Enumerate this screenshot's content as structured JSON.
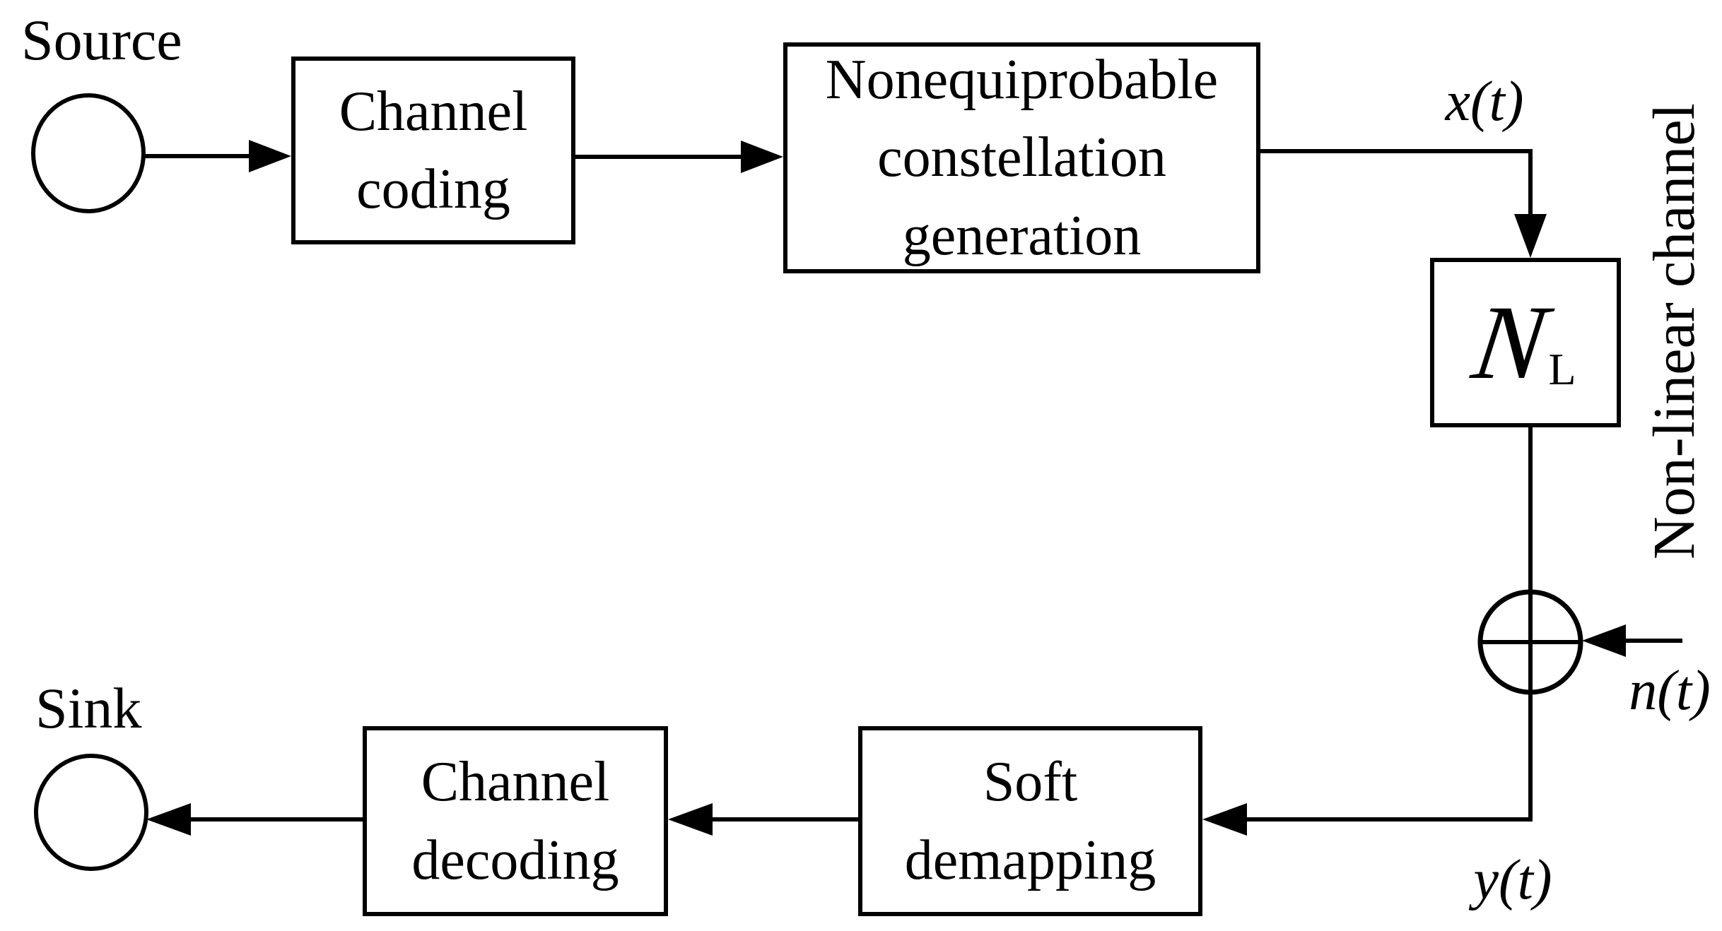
{
  "diagram": {
    "source_label": "Source",
    "sink_label": "Sink",
    "blocks": {
      "channel_coding": "Channel coding",
      "constellation_generation": "Nonequiprobable constellation generation",
      "nonlinear_symbol": "N",
      "nonlinear_symbol_subscript": "L",
      "soft_demapping": "Soft demapping",
      "channel_decoding": "Channel decoding"
    },
    "signals": {
      "input": "x(t)",
      "noise": "n(t)",
      "output": "y(t)"
    },
    "channel_annotation": "Non-linear channel",
    "colors": {
      "ink": "#000000",
      "background": "#ffffff"
    }
  }
}
